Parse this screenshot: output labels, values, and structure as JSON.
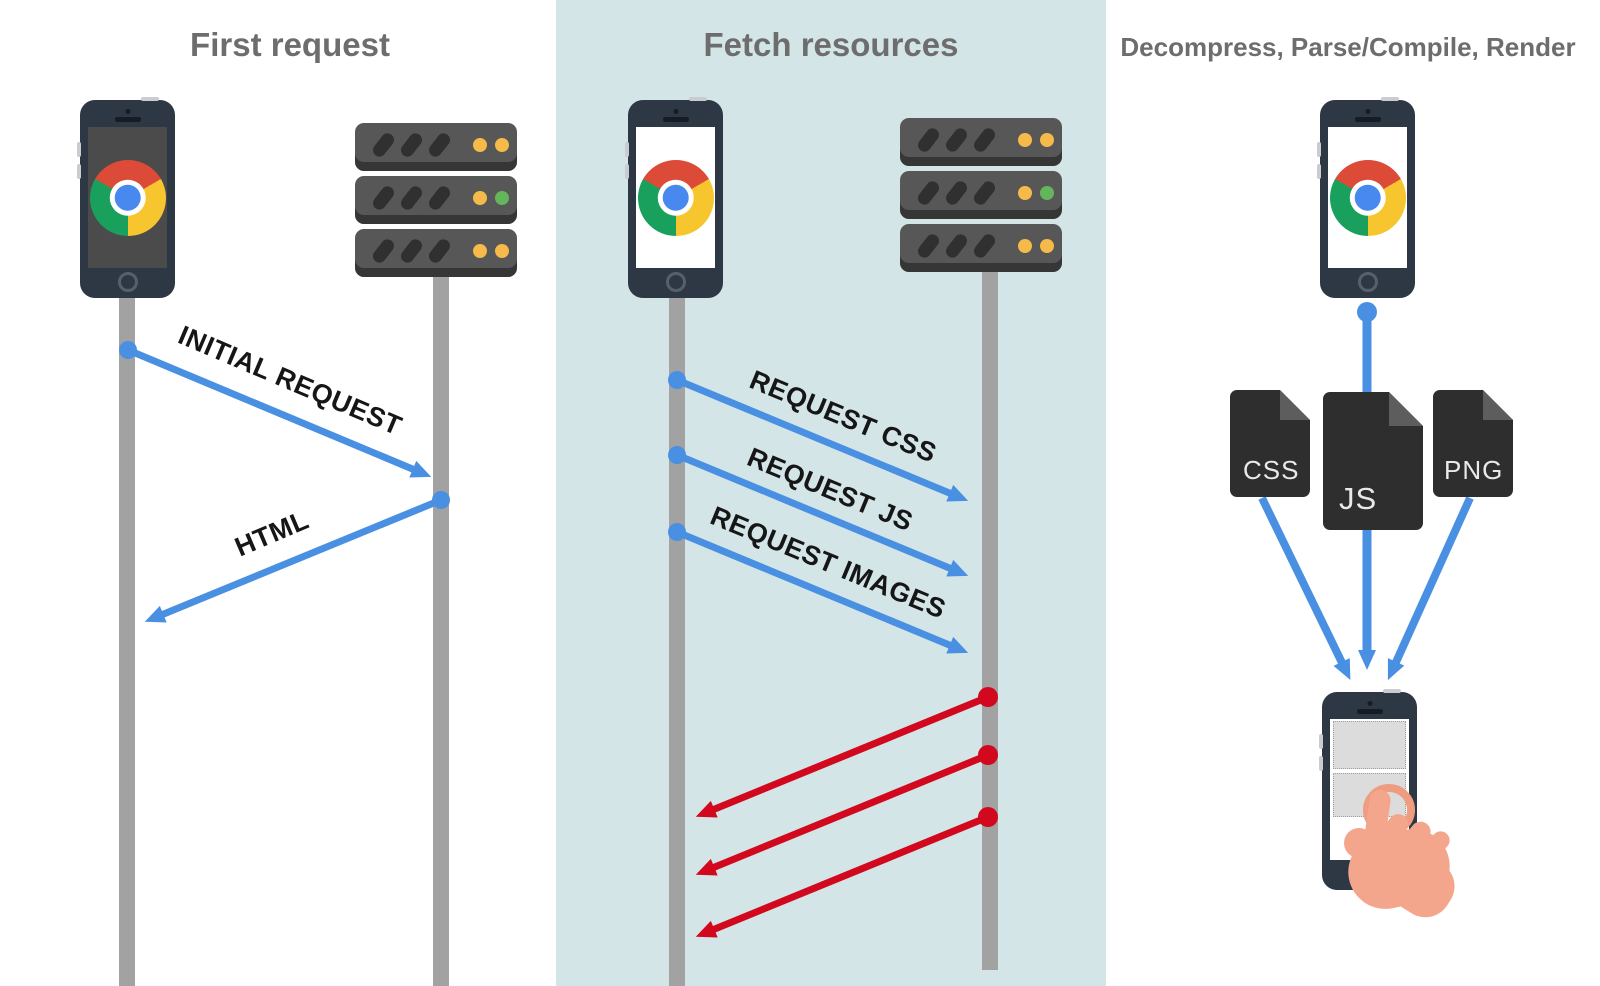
{
  "diagram": {
    "kind": "page-load-sequence-diagram",
    "colors": {
      "request_blue": "#4a90e2",
      "response_red": "#d2091e",
      "fetch_panel_background": "#d4e5e8",
      "timeline_gray": "#a2a2a2",
      "title_gray": "#6d6d6d",
      "hand_salmon": "#f4a68c",
      "server_gray": "#575757",
      "file_dark": "#2e2e2e"
    },
    "panels": [
      {
        "title": "First request",
        "actors": [
          "chrome-mobile-browser",
          "web-server"
        ],
        "messages": [
          {
            "label": "INITIAL REQUEST",
            "from": "browser",
            "to": "server",
            "color": "#4a90e2"
          },
          {
            "label": "HTML",
            "from": "server",
            "to": "browser",
            "color": "#4a90e2"
          }
        ]
      },
      {
        "title": "Fetch resources",
        "actors": [
          "chrome-mobile-browser",
          "web-server"
        ],
        "messages": [
          {
            "label": "REQUEST CSS",
            "from": "browser",
            "to": "server",
            "color": "#4a90e2"
          },
          {
            "label": "REQUEST JS",
            "from": "browser",
            "to": "server",
            "color": "#4a90e2"
          },
          {
            "label": "REQUEST IMAGES",
            "from": "browser",
            "to": "server",
            "color": "#4a90e2"
          }
        ],
        "responses": {
          "count": 3,
          "label": "",
          "from": "server",
          "to": "browser",
          "color": "#d2091e"
        }
      },
      {
        "title": "Decompress, Parse/Compile, Render",
        "actors": [
          "chrome-mobile-browser"
        ],
        "files": [
          {
            "label": "CSS"
          },
          {
            "label": "JS"
          },
          {
            "label": "PNG"
          }
        ],
        "result": "rendered-page-with-tap"
      }
    ]
  }
}
